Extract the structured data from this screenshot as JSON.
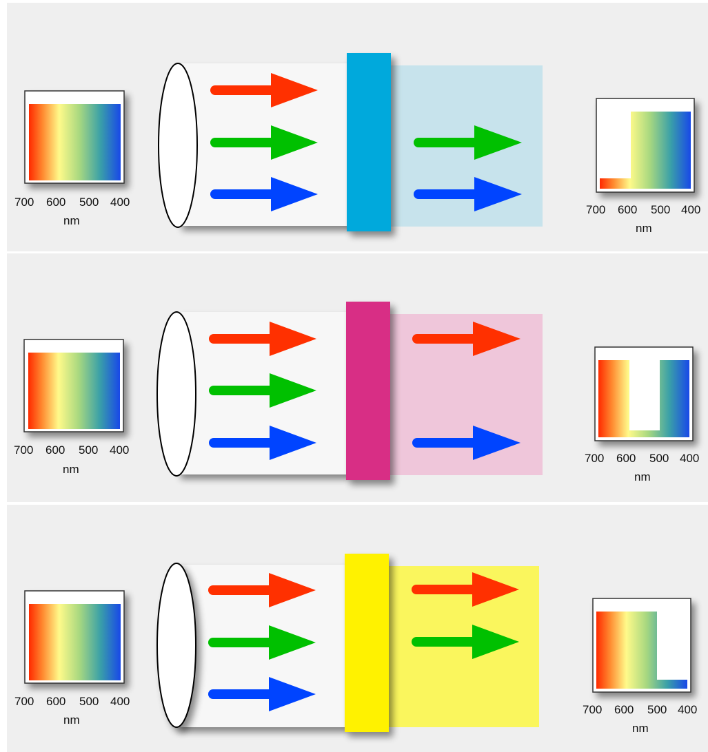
{
  "axis": {
    "ticks": [
      "700",
      "600",
      "500",
      "400"
    ],
    "unit": "nm"
  },
  "colors": {
    "panel_bg": "#efefef",
    "red_arrow": "#ff3000",
    "green_arrow": "#00c000",
    "blue_arrow": "#0044ff"
  },
  "panels": [
    {
      "id": "cyan",
      "filter_color": "#00a9dc",
      "transmitted_bg": "#c7e3ec",
      "input_arrows": [
        "red",
        "green",
        "blue"
      ],
      "output_arrows": [
        "green",
        "blue"
      ],
      "output_spectrum": "cyan"
    },
    {
      "id": "magenta",
      "filter_color": "#d82f85",
      "transmitted_bg": "#efc6da",
      "input_arrows": [
        "red",
        "green",
        "blue"
      ],
      "output_arrows": [
        "red",
        "blue"
      ],
      "output_spectrum": "magenta"
    },
    {
      "id": "yellow",
      "filter_color": "#fff200",
      "transmitted_bg": "#faf65d",
      "input_arrows": [
        "red",
        "green",
        "blue"
      ],
      "output_arrows": [
        "red",
        "green"
      ],
      "output_spectrum": "yellow"
    }
  ]
}
